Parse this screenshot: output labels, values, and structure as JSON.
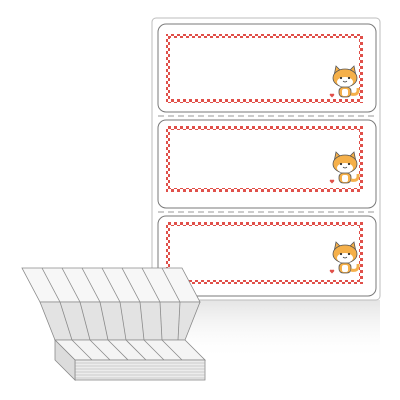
{
  "scene": {
    "labels": [
      {
        "id": "label-1"
      },
      {
        "id": "label-2"
      },
      {
        "id": "label-3"
      }
    ],
    "colors": {
      "border_pattern": "#e0504a",
      "cat_fur": "#f5b04a",
      "cat_face": "#ffffff",
      "outline": "#555555",
      "sheet_edge": "#bdbdbd"
    },
    "icon_names": [
      "cat-icon",
      "heart-icon"
    ]
  }
}
